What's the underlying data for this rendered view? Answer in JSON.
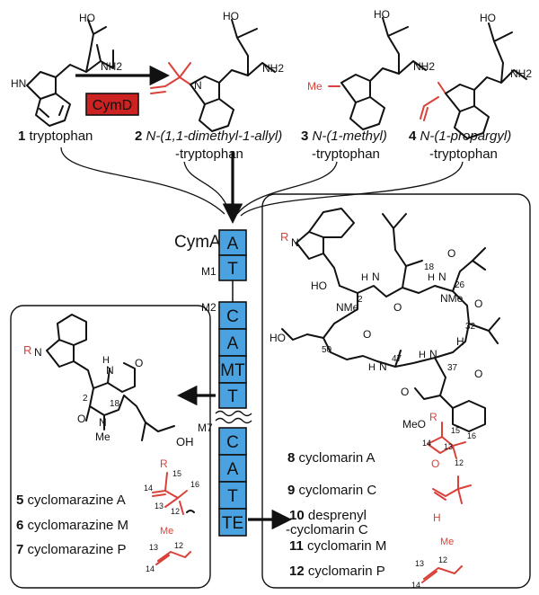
{
  "colors": {
    "module_fill": "#4aa3e0",
    "cymd_fill": "#cc2222",
    "modification_red": "#d9423a"
  },
  "substrates": [
    {
      "number": "1",
      "name": "tryptophan",
      "name_line2": ""
    },
    {
      "number": "2",
      "name": "N-(1,1-dimethyl-1-allyl)",
      "name_line2": "-tryptophan"
    },
    {
      "number": "3",
      "name": "N-(1-methyl)",
      "name_line2": "-tryptophan"
    },
    {
      "number": "4",
      "name": "N-(1-propargyl)",
      "name_line2": "-tryptophan"
    }
  ],
  "atom_labels": {
    "ho": "HO",
    "nh2": "NH2",
    "hn": "HN",
    "n": "N",
    "me": "Me",
    "o": "O",
    "h": "H",
    "r": "R",
    "oh": "OH",
    "meo": "MeO",
    "nme": "NMe"
  },
  "enzyme": {
    "label": "CymD"
  },
  "assembly_line": {
    "name": "CymA",
    "modules": [
      {
        "module": "M1",
        "domains": [
          "A",
          "T"
        ]
      },
      {
        "module": "M2",
        "domains": [
          "C",
          "A",
          "MT",
          "T"
        ]
      },
      {
        "module": "M7",
        "domains": [
          "C",
          "A",
          "T",
          "TE"
        ]
      }
    ]
  },
  "left_products": [
    {
      "number": "5",
      "name": "cyclomarazine A"
    },
    {
      "number": "6",
      "name": "cyclomarazine M"
    },
    {
      "number": "7",
      "name": "cyclomarazine P"
    }
  ],
  "right_products": [
    {
      "number": "8",
      "name": "cyclomarin A"
    },
    {
      "number": "9",
      "name": "cyclomarin C"
    },
    {
      "number": "10",
      "name": "desprenyl",
      "name_line2": "-cyclomarin C"
    },
    {
      "number": "11",
      "name": "cyclomarin M"
    },
    {
      "number": "12",
      "name": "cyclomarin P"
    }
  ],
  "positions_left": [
    "2",
    "18",
    "12",
    "13",
    "14",
    "15",
    "16"
  ],
  "positions_right": [
    "2",
    "18",
    "26",
    "32",
    "37",
    "47",
    "50",
    "12",
    "13",
    "14",
    "15",
    "16"
  ]
}
